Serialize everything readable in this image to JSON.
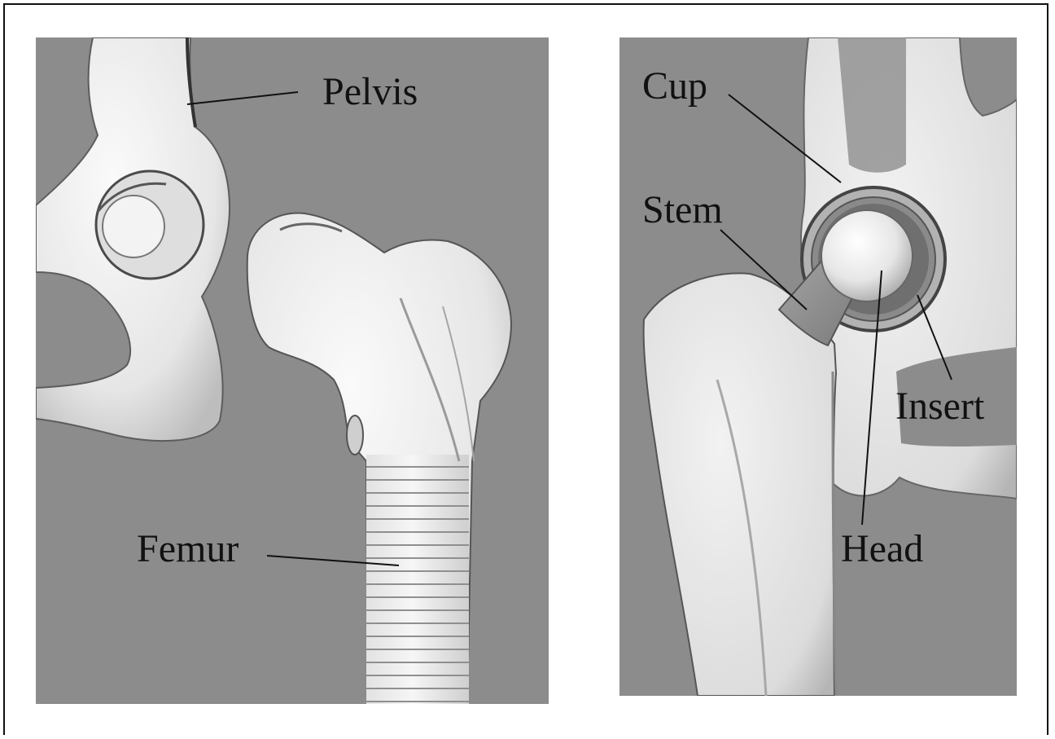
{
  "figure": {
    "left_panel": {
      "labels": {
        "pelvis": "Pelvis",
        "femur": "Femur"
      }
    },
    "right_panel": {
      "labels": {
        "cup": "Cup",
        "stem": "Stem",
        "insert": "Insert",
        "head": "Head"
      }
    }
  },
  "colors": {
    "background": "#8c8c8c",
    "bone": "#ececec",
    "bone_shadow": "#b9b9b9",
    "implant_head": "#f4f4f4",
    "implant_cup": "#9a9a9a",
    "leader_line": "#111111"
  }
}
